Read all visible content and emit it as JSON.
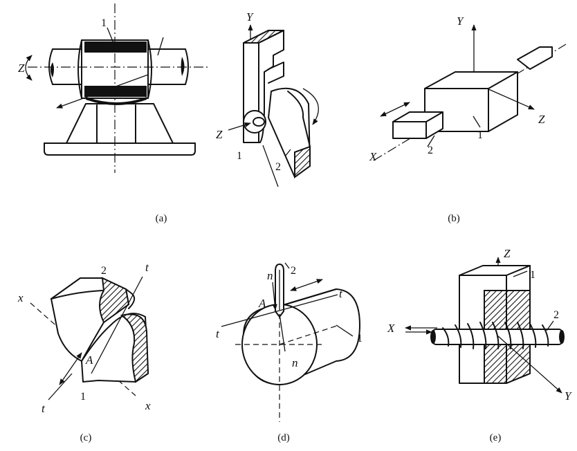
{
  "panels": {
    "a": {
      "caption": "(a)",
      "labels": {
        "z": "Z",
        "y": "Y",
        "part1": "1",
        "part2": "2",
        "pin_z": "Z"
      }
    },
    "b": {
      "caption": "(b)",
      "labels": {
        "y": "Y",
        "z": "Z",
        "x": "X",
        "part1": "1",
        "part2": "2"
      }
    },
    "c": {
      "caption": "(c)",
      "labels": {
        "x_top": "x",
        "x_bottom": "x",
        "t_top": "t",
        "t_bottom": "t",
        "a": "A",
        "part1": "1",
        "part2": "2"
      }
    },
    "d": {
      "caption": "(d)",
      "labels": {
        "n_top": "n",
        "n_bottom": "n",
        "t_left": "t",
        "t_right": "t",
        "a": "A",
        "part1": "1",
        "part2": "2"
      }
    },
    "e": {
      "caption": "(e)",
      "labels": {
        "z": "Z",
        "x": "X",
        "y": "Y",
        "part1": "1",
        "part2": "2"
      }
    }
  }
}
